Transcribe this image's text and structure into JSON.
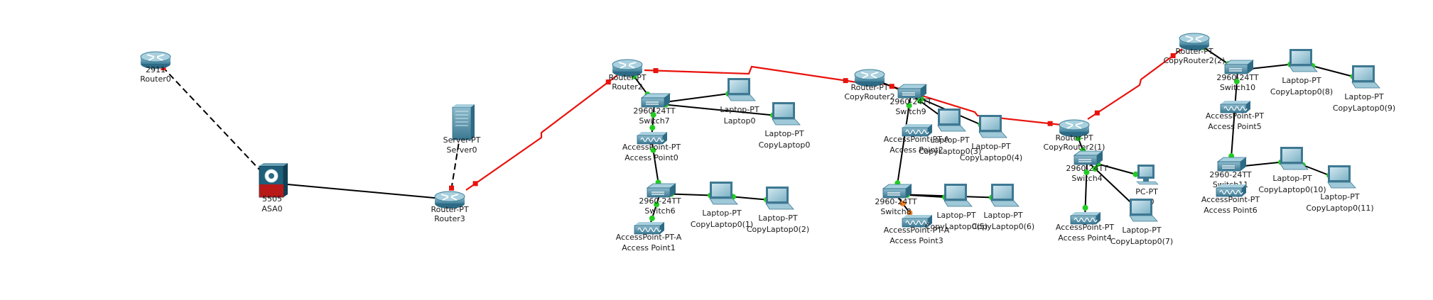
{
  "colors": {
    "serial_link": "#e8120c",
    "copper_link": "#000000",
    "port_down": "#e8120c",
    "port_up": "#22cc22",
    "port_blocking": "#f07f1e",
    "device_body": "#5f97ad",
    "device_dark": "#2e6a84",
    "firewall": "#b81818"
  },
  "devices": [
    {
      "id": "router0",
      "kind": "router",
      "label_top": "2911",
      "label": "Router0"
    },
    {
      "id": "asa0",
      "kind": "firewall",
      "label_top": "5505",
      "label": "ASA0"
    },
    {
      "id": "server0",
      "kind": "server",
      "label_top": "Server-PT",
      "label": "Server0"
    },
    {
      "id": "router3",
      "kind": "router",
      "label_top": "Router-PT",
      "label": "Router3"
    },
    {
      "id": "router2",
      "kind": "router",
      "label_top": "Router-PT",
      "label": "Router2"
    },
    {
      "id": "switch7",
      "kind": "switch",
      "label_top": "2960-24TT",
      "label": "Switch7"
    },
    {
      "id": "ap0",
      "kind": "ap",
      "label_top": "AccessPoint-PT",
      "label": "Access Point0"
    },
    {
      "id": "laptop0",
      "kind": "laptop",
      "label_top": "Laptop-PT",
      "label": "Laptop0"
    },
    {
      "id": "copylaptop0",
      "kind": "laptop",
      "label_top": "Laptop-PT",
      "label": "CopyLaptop0"
    },
    {
      "id": "switch6",
      "kind": "switch",
      "label_top": "2960-24TT",
      "label": "Switch6"
    },
    {
      "id": "ap1",
      "kind": "ap",
      "label_top": "AccessPoint-PT-A",
      "label": "Access Point1"
    },
    {
      "id": "copylaptop0_1",
      "kind": "laptop",
      "label_top": "Laptop-PT",
      "label": "CopyLaptop0(1)"
    },
    {
      "id": "copylaptop0_2",
      "kind": "laptop",
      "label_top": "Laptop-PT",
      "label": "CopyLaptop0(2)"
    },
    {
      "id": "copyrouter2",
      "kind": "router",
      "label_top": "Router-PT",
      "label": "CopyRouter2"
    },
    {
      "id": "switch9",
      "kind": "switch",
      "label_top": "2960-24TT",
      "label": "Switch9"
    },
    {
      "id": "ap2",
      "kind": "ap",
      "label_top": "AccessPoint-PT-A",
      "label": "Access Point2"
    },
    {
      "id": "copylaptop0_3",
      "kind": "laptop",
      "label_top": "Laptop-PT",
      "label": "CopyLaptop0(3)"
    },
    {
      "id": "copylaptop0_4",
      "kind": "laptop",
      "label_top": "Laptop-PT",
      "label": "CopyLaptop0(4)"
    },
    {
      "id": "switch8",
      "kind": "switch",
      "label_top": "2960-24TT",
      "label": "Switch8"
    },
    {
      "id": "ap3",
      "kind": "ap",
      "label_top": "AccessPoint-PT-A",
      "label": "Access Point3"
    },
    {
      "id": "copylaptop0_5",
      "kind": "laptop",
      "label_top": "Laptop-PT",
      "label": "CopyLaptop0(5)"
    },
    {
      "id": "copylaptop0_6",
      "kind": "laptop",
      "label_top": "Laptop-PT",
      "label": "CopyLaptop0(6)"
    },
    {
      "id": "copyrouter2_1",
      "kind": "router",
      "label_top": "Router-PT",
      "label": "CopyRouter2(1)"
    },
    {
      "id": "switch4",
      "kind": "switch",
      "label_top": "2960-24TT",
      "label": "Switch4"
    },
    {
      "id": "pc0",
      "kind": "pc",
      "label_top": "PC-PT",
      "label": "PC0"
    },
    {
      "id": "ap4",
      "kind": "ap",
      "label_top": "AccessPoint-PT",
      "label": "Access Point4"
    },
    {
      "id": "copylaptop0_7",
      "kind": "laptop",
      "label_top": "Laptop-PT",
      "label": "CopyLaptop0(7)"
    },
    {
      "id": "copyrouter2_2",
      "kind": "router",
      "label_top": "Router-PT",
      "label": "CopyRouter2(2)"
    },
    {
      "id": "switch10",
      "kind": "switch",
      "label_top": "2960-24TT",
      "label": "Switch10"
    },
    {
      "id": "ap5",
      "kind": "ap",
      "label_top": "AccessPoint-PT",
      "label": "Access Point5"
    },
    {
      "id": "copylaptop0_8",
      "kind": "laptop",
      "label_top": "Laptop-PT",
      "label": "CopyLaptop0(8)"
    },
    {
      "id": "copylaptop0_9",
      "kind": "laptop",
      "label_top": "Laptop-PT",
      "label": "CopyLaptop0(9)"
    },
    {
      "id": "switch11",
      "kind": "switch",
      "label_top": "2960-24TT",
      "label": "Switch11"
    },
    {
      "id": "ap6",
      "kind": "ap",
      "label_top": "AccessPoint-PT",
      "label": "Access Point6"
    },
    {
      "id": "copylaptop0_10",
      "kind": "laptop",
      "label_top": "Laptop-PT",
      "label": "CopyLaptop0(10)"
    },
    {
      "id": "copylaptop0_11",
      "kind": "laptop",
      "label_top": "Laptop-PT",
      "label": "CopyLaptop0(11)"
    }
  ],
  "links": [
    {
      "from": "router0",
      "to": "asa0",
      "type": "crossover",
      "status": "down"
    },
    {
      "from": "asa0",
      "to": "router3",
      "type": "copper",
      "status": "down"
    },
    {
      "from": "server0",
      "to": "router3",
      "type": "crossover",
      "status": "down"
    },
    {
      "from": "router3",
      "to": "router2",
      "type": "serial",
      "status": "down"
    },
    {
      "from": "router2",
      "to": "copyrouter2",
      "type": "serial",
      "status": "down"
    },
    {
      "from": "copyrouter2",
      "to": "copyrouter2_1",
      "type": "serial",
      "status": "down"
    },
    {
      "from": "copyrouter2_1",
      "to": "copyrouter2_2",
      "type": "serial",
      "status": "down"
    },
    {
      "from": "router2",
      "to": "switch7",
      "type": "copper",
      "status": "up"
    },
    {
      "from": "switch7",
      "to": "laptop0",
      "type": "copper",
      "status": "up"
    },
    {
      "from": "switch7",
      "to": "copylaptop0",
      "type": "copper",
      "status": "up"
    },
    {
      "from": "switch7",
      "to": "ap0",
      "type": "copper",
      "status": "up"
    },
    {
      "from": "ap0",
      "to": "switch6",
      "type": "copper",
      "status": "up"
    },
    {
      "from": "switch6",
      "to": "ap1",
      "type": "copper",
      "status": "up"
    },
    {
      "from": "switch6",
      "to": "copylaptop0_1",
      "type": "copper",
      "status": "up"
    },
    {
      "from": "copylaptop0_1",
      "to": "copylaptop0_2",
      "type": "copper",
      "status": "up"
    },
    {
      "from": "copyrouter2",
      "to": "switch9",
      "type": "copper",
      "status": "blocking"
    },
    {
      "from": "switch9",
      "to": "copylaptop0_3",
      "type": "copper",
      "status": "up"
    },
    {
      "from": "switch9",
      "to": "copylaptop0_4",
      "type": "copper",
      "status": "up"
    },
    {
      "from": "switch9",
      "to": "switch8",
      "type": "copper",
      "status": "up"
    },
    {
      "from": "switch8",
      "to": "copylaptop0_5",
      "type": "copper",
      "status": "up"
    },
    {
      "from": "switch8",
      "to": "copylaptop0_6",
      "type": "copper",
      "status": "up"
    },
    {
      "from": "switch8",
      "to": "ap3",
      "type": "copper",
      "status": "blocking"
    },
    {
      "from": "copyrouter2_1",
      "to": "switch4",
      "type": "copper",
      "status": "up"
    },
    {
      "from": "switch4",
      "to": "pc0",
      "type": "copper",
      "status": "up"
    },
    {
      "from": "switch4",
      "to": "copylaptop0_7",
      "type": "copper",
      "status": "up"
    },
    {
      "from": "switch4",
      "to": "ap4",
      "type": "copper",
      "status": "up"
    },
    {
      "from": "copyrouter2_2",
      "to": "switch10",
      "type": "copper",
      "status": "up"
    },
    {
      "from": "switch10",
      "to": "copylaptop0_8",
      "type": "copper",
      "status": "up"
    },
    {
      "from": "copylaptop0_8",
      "to": "copylaptop0_9",
      "type": "copper",
      "status": "up"
    },
    {
      "from": "switch10",
      "to": "switch11",
      "type": "copper",
      "status": "up"
    },
    {
      "from": "switch11",
      "to": "copylaptop0_10",
      "type": "copper",
      "status": "up"
    },
    {
      "from": "copylaptop0_10",
      "to": "copylaptop0_11",
      "type": "copper",
      "status": "up"
    }
  ]
}
